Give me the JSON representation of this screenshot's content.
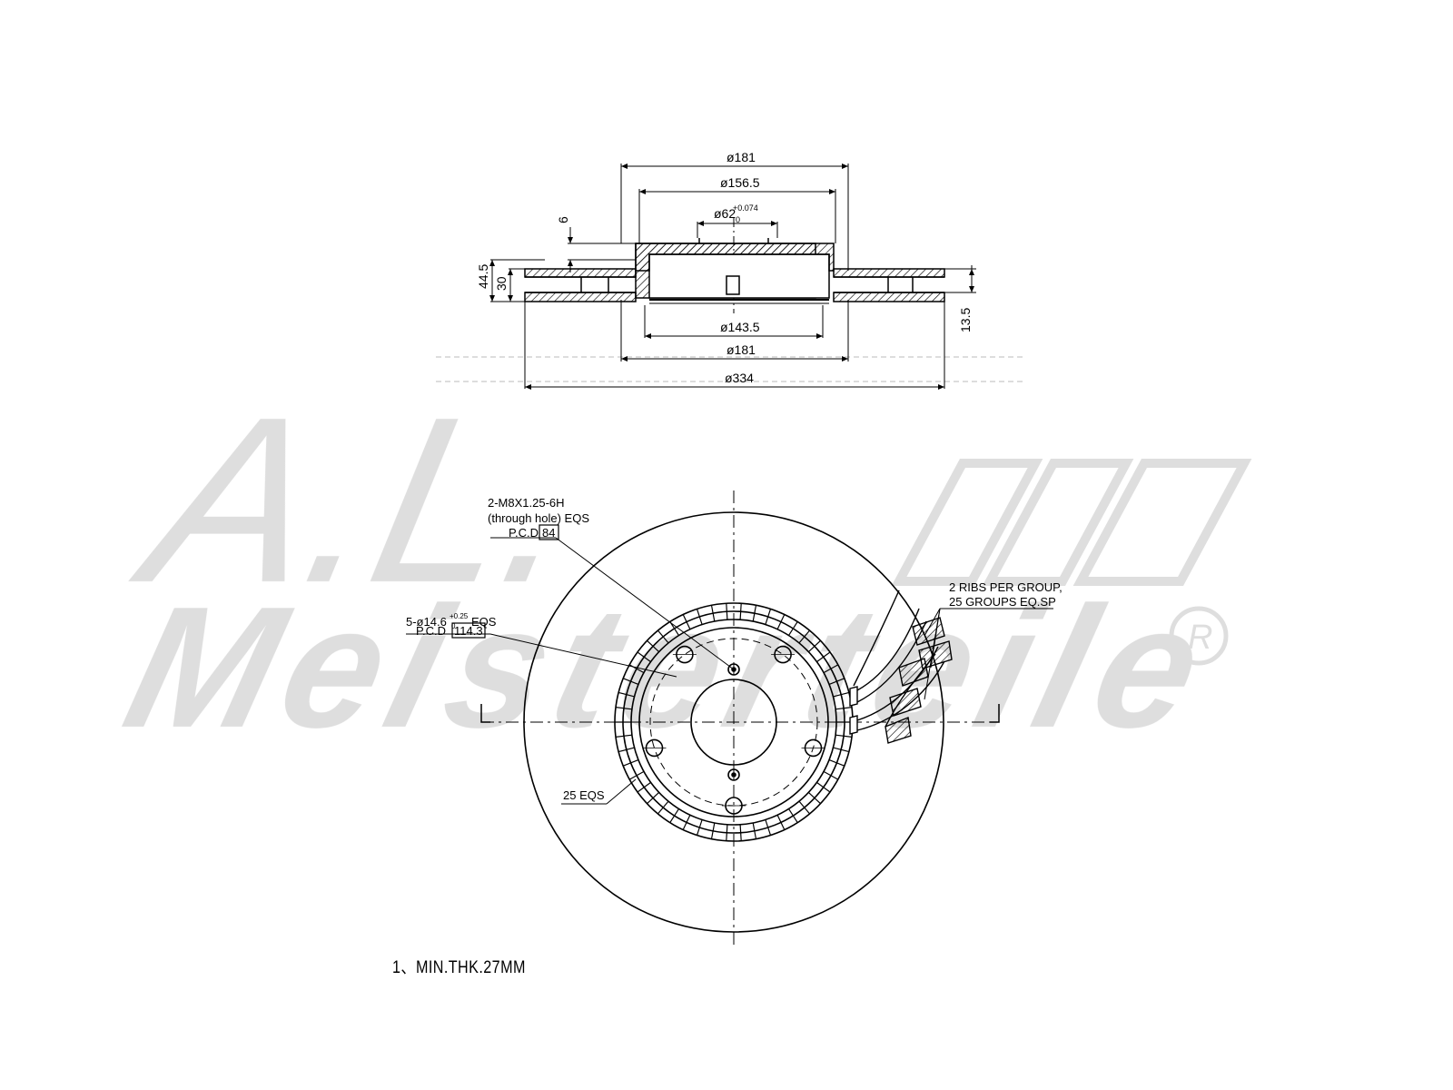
{
  "watermark": {
    "brand": "A.L.",
    "name": "Meisterteile",
    "registered": "R"
  },
  "section_view": {
    "dims_top": [
      "ø181",
      "ø156.5"
    ],
    "bore_base": "ø62",
    "bore_tol_upper": "+0.074",
    "bore_tol_lower": "0",
    "dim_hat_step": "6",
    "dim_total_height": "44.5",
    "dim_disc_thickness": "30",
    "dim_right": "13.5",
    "dims_bottom": [
      "ø143.5",
      "ø181",
      "ø334"
    ]
  },
  "front_view": {
    "thread_callout": [
      "2-M8X1.25-6H",
      "(through hole) EQS"
    ],
    "thread_pcd_label": "P.C.D",
    "thread_pcd_value": "84",
    "bolt_callout_base": "5-ø14.6",
    "bolt_tol_upper": "+0.25",
    "bolt_tol_lower": "0",
    "bolt_callout_suffix": "EQS",
    "bolt_pcd_label": "P.C.D",
    "bolt_pcd_value": "114.3",
    "ribs_callout": [
      "2 RIBS PER GROUP,",
      "25 GROUPS EQ.SP"
    ],
    "teeth_callout": "25 EQS"
  },
  "notes": {
    "min_thickness": "1、MIN.THK.27MM"
  }
}
